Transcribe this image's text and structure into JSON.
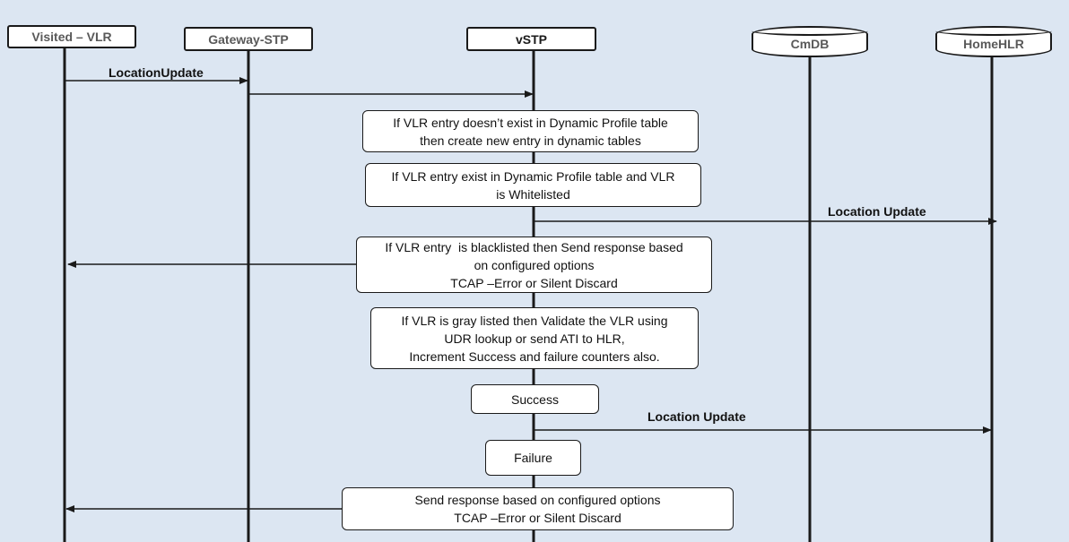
{
  "participants": {
    "visited_vlr": "Visited – VLR",
    "gateway_stp": "Gateway-STP",
    "vstp": "vSTP",
    "cmdb": "CmDB",
    "home_hlr": "HomeHLR"
  },
  "messages": {
    "location_update_1": "LocationUpdate",
    "location_update_2": "Location Update",
    "location_update_3": "Location Update"
  },
  "notes": {
    "no_entry": [
      "If VLR entry doesn’t exist in Dynamic Profile table",
      "then create new entry in dynamic tables"
    ],
    "whitelisted": [
      "If VLR entry exist in Dynamic Profile table and VLR",
      "is Whitelisted"
    ],
    "blacklisted": [
      "If VLR entry  is blacklisted then Send response based",
      "on configured options",
      "TCAP –Error or Silent Discard"
    ],
    "gray_listed": [
      "If VLR is gray listed then Validate the VLR using",
      "UDR lookup or send ATI to HLR,",
      "Increment Success and failure counters also."
    ],
    "success": [
      "Success"
    ],
    "failure": [
      "Failure"
    ],
    "send_response": [
      "Send response based on configured options",
      "TCAP –Error or Silent Discard"
    ]
  },
  "colors": {
    "background": "#dce6f2",
    "line": "#1a1a1a",
    "box": "#ffffff"
  }
}
